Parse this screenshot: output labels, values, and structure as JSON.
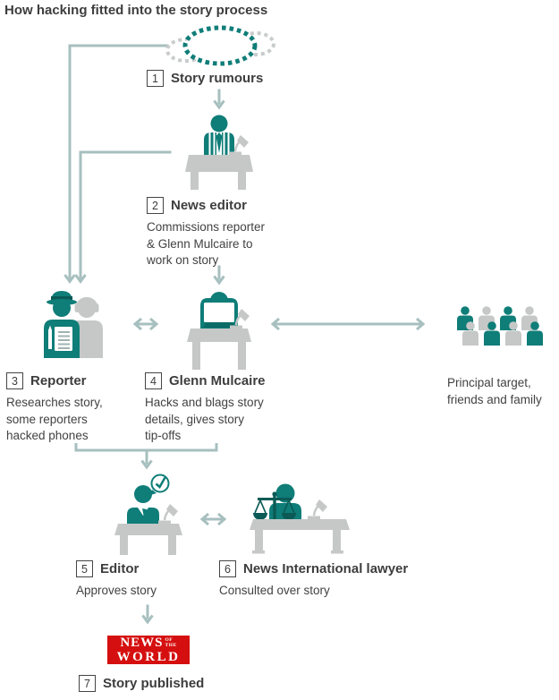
{
  "title": "How hacking fitted into the story process",
  "steps": [
    {
      "num": "1",
      "name": "Story rumours",
      "desc": ""
    },
    {
      "num": "2",
      "name": "News editor",
      "desc": "Commissions reporter\n& Glenn Mulcaire to\nwork on story"
    },
    {
      "num": "3",
      "name": "Reporter",
      "desc": "Researches story,\nsome reporters\nhacked phones"
    },
    {
      "num": "4",
      "name": "Glenn Mulcaire",
      "desc": "Hacks and blags story\ndetails, gives story\ntip-offs"
    },
    {
      "num": "5",
      "name": "Editor",
      "desc": "Approves story"
    },
    {
      "num": "6",
      "name": "News International lawyer",
      "desc": "Consulted over story"
    },
    {
      "num": "7",
      "name": "Story published",
      "desc": ""
    }
  ],
  "side_label": "Principal target,\nfriends and family",
  "logo": {
    "news": "NEWS",
    "of": "OF",
    "the": "THE",
    "world": "WORLD"
  },
  "colors": {
    "teal": "#0f7d78",
    "teal_dark": "#0b5a56",
    "figure_gray": "#c5c8c7",
    "connector": "#a7bfbf",
    "logo_red": "#d50f0f",
    "text": "#3d3d3d"
  }
}
